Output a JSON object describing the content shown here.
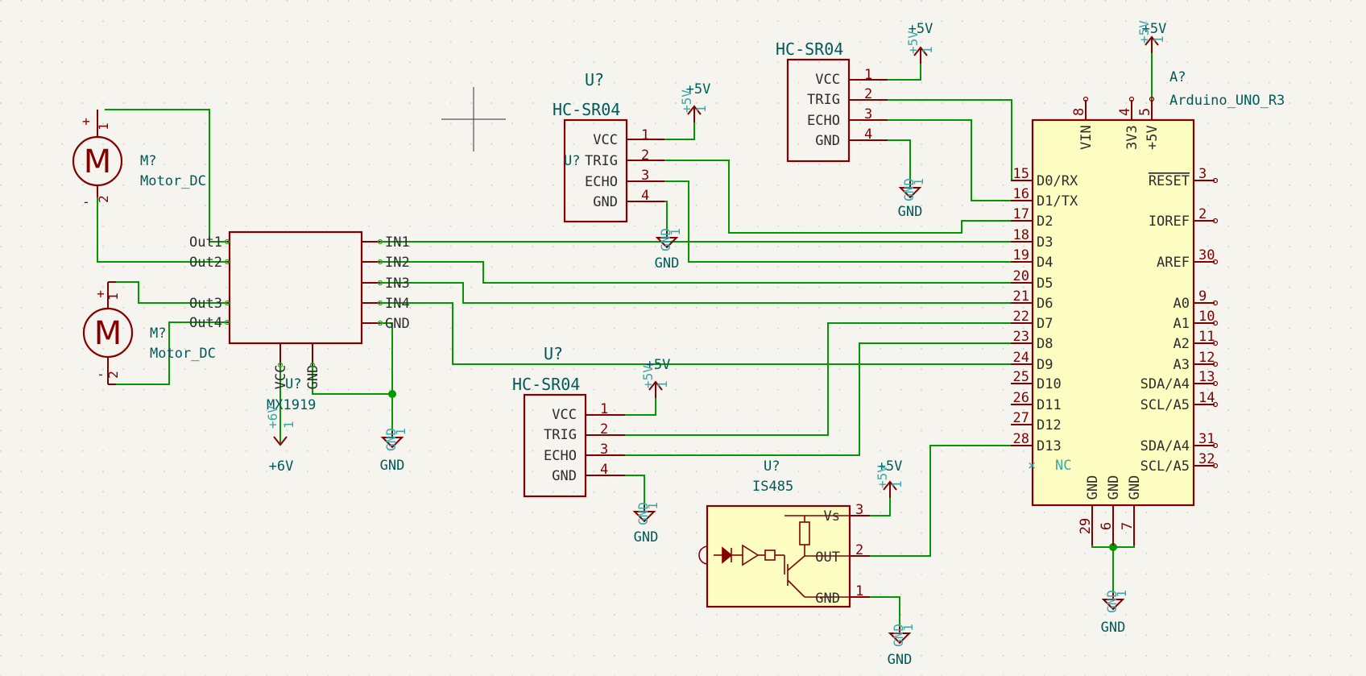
{
  "power_labels": {
    "p5v_a": "+5V",
    "p5v_b": "+5V",
    "p5v_c": "+5V",
    "p5v_d": "+5V",
    "p5v_e": "+5V",
    "p5v_pin_a": "+5V",
    "p5v_pin_b": "+5V",
    "p5v_pin_c": "+5V",
    "p5v_pin_d": "+5V",
    "p5v_pin_e": "+5V",
    "gnd_a": "GND",
    "gnd_b": "GND",
    "gnd_c": "GND",
    "gnd_d": "GND",
    "gnd_e": "GND",
    "gnd_f": "GND",
    "gnd_pin": "GND",
    "p6v": "+6V",
    "p6v_pin": "+6V",
    "hidden_one": "1"
  },
  "motor1": {
    "ref": "M?",
    "value": "Motor_DC",
    "plus": "+",
    "minus": "-",
    "pin1": "1",
    "pin2": "2",
    "glyph": "M"
  },
  "motor2": {
    "ref": "M?",
    "value": "Motor_DC",
    "plus": "+",
    "minus": "-",
    "pin1": "1",
    "pin2": "2",
    "glyph": "M"
  },
  "driver": {
    "ref": "U?",
    "value": "MX1919",
    "left_pins": [
      "Out1",
      "Out2",
      "Out3",
      "Out4"
    ],
    "right_pins": [
      "IN1",
      "IN2",
      "IN3",
      "IN4",
      "GND"
    ],
    "bottom_pins": [
      "VCC",
      "GND"
    ]
  },
  "sensor1": {
    "ref": "U?",
    "value": "HC-SR04",
    "pins": [
      "VCC",
      "TRIG",
      "ECHO",
      "GND"
    ],
    "pin_numbers": [
      "1",
      "2",
      "3",
      "4"
    ]
  },
  "sensor2": {
    "value": "HC-SR04",
    "pins": [
      "VCC",
      "TRIG",
      "ECHO",
      "GND"
    ],
    "pin_numbers": [
      "1",
      "2",
      "3",
      "4"
    ]
  },
  "sensor3": {
    "ref": "U?",
    "value": "HC-SR04",
    "pins": [
      "VCC",
      "TRIG",
      "ECHO",
      "GND"
    ],
    "pin_numbers": [
      "1",
      "2",
      "3",
      "4"
    ]
  },
  "is485": {
    "ref": "U?",
    "value": "IS485",
    "pins": [
      "Vs",
      "OUT",
      "GND"
    ],
    "pin_numbers": [
      "3",
      "2",
      "1"
    ]
  },
  "arduino": {
    "ref": "A?",
    "value": "Arduino_UNO_R3",
    "left_pins": [
      "D0/RX",
      "D1/TX",
      "D2",
      "D3",
      "D4",
      "D5",
      "D6",
      "D7",
      "D8",
      "D9",
      "D10",
      "D11",
      "D12",
      "D13"
    ],
    "left_numbers": [
      "15",
      "16",
      "17",
      "18",
      "19",
      "20",
      "21",
      "22",
      "23",
      "24",
      "25",
      "26",
      "27",
      "28"
    ],
    "right_pins": [
      "RESET",
      "IOREF",
      "AREF",
      "A0",
      "A1",
      "A2",
      "A3",
      "SDA/A4",
      "SCL/A5",
      "SDA/A4",
      "SCL/A5"
    ],
    "right_numbers": [
      "3",
      "2",
      "30",
      "9",
      "10",
      "11",
      "12",
      "13",
      "14",
      "31",
      "32"
    ],
    "top_pins": [
      "VIN",
      "3V3",
      "+5V"
    ],
    "top_numbers": [
      "8",
      "4",
      "5"
    ],
    "bottom_pins": [
      "GND",
      "GND",
      "GND"
    ],
    "bottom_numbers": [
      "29",
      "6",
      "7"
    ],
    "nc": "NC",
    "nc_mark": "×"
  }
}
